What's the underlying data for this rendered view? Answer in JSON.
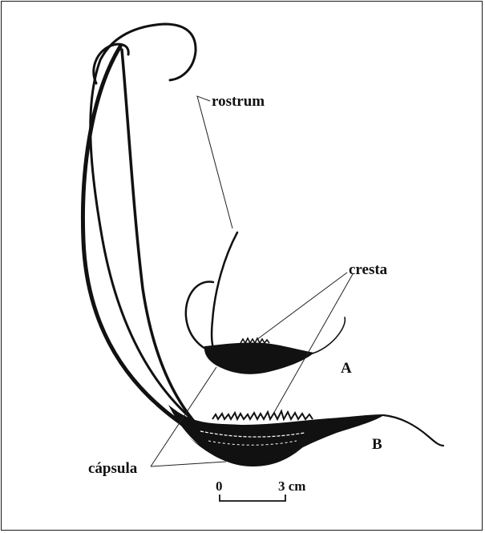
{
  "labels": {
    "rostrum": "rostrum",
    "cresta": "cresta",
    "capsula": "cápsula",
    "specimen_a": "A",
    "specimen_b": "B"
  },
  "scale_bar": {
    "start": "0",
    "end": "3 cm"
  },
  "colors": {
    "ink": "#111111",
    "background": "#ffffff"
  }
}
